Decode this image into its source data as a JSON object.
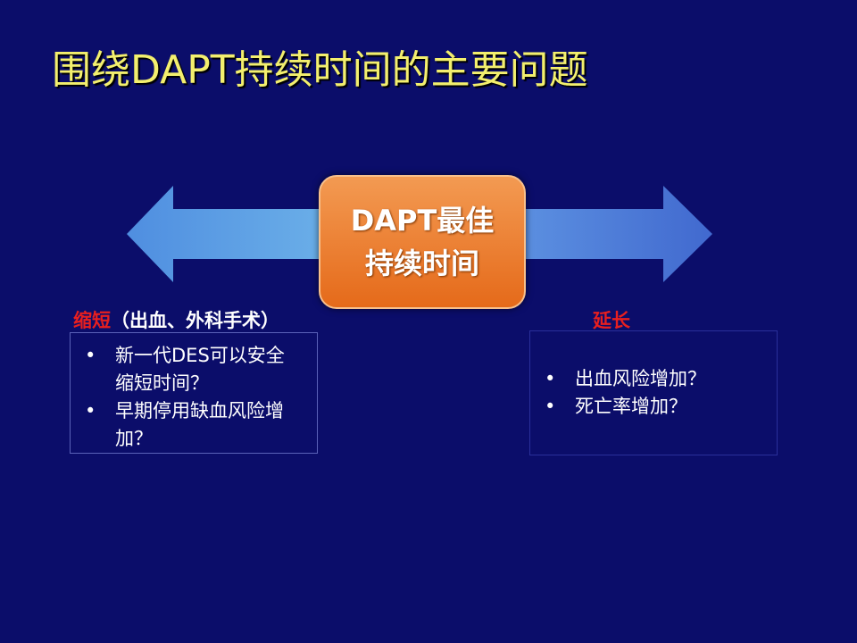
{
  "slide": {
    "title": "围绕DAPT持续时间的主要问题",
    "center": {
      "line1": "DAPT最佳",
      "line2": "持续时间"
    },
    "left": {
      "label_red": "缩短",
      "label_white": "（出血、外科手术）",
      "items": [
        "新一代DES可以安全缩短时间？",
        "早期停用缺血风险增加？"
      ]
    },
    "right": {
      "label_red": "延长",
      "items": [
        "出血风险增加？",
        "死亡率增加？"
      ]
    },
    "colors": {
      "background": "#0b0d6a",
      "title": "#f3ef6e",
      "center_box": "#ec7a2c",
      "arrow": "#5a9de0",
      "label_red": "#e81f1f"
    }
  }
}
